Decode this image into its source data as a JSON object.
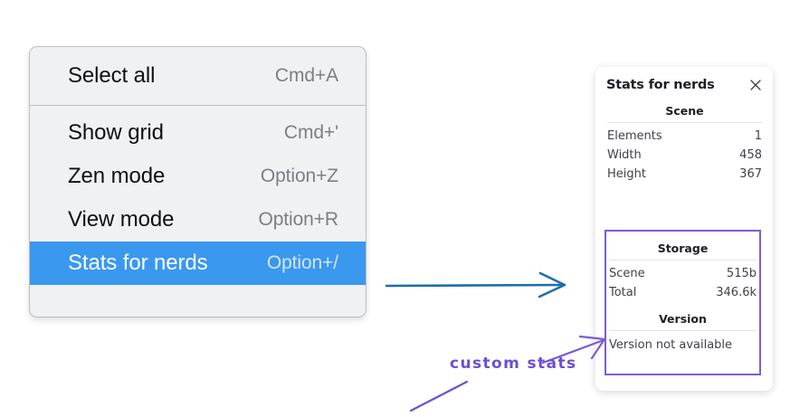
{
  "context_menu": {
    "groups": [
      {
        "items": [
          {
            "label": "Select all",
            "shortcut": "Cmd+A",
            "selected": false
          }
        ]
      },
      {
        "items": [
          {
            "label": "Show grid",
            "shortcut": "Cmd+'",
            "selected": false
          },
          {
            "label": "Zen mode",
            "shortcut": "Option+Z",
            "selected": false
          },
          {
            "label": "View mode",
            "shortcut": "Option+R",
            "selected": false
          },
          {
            "label": "Stats for nerds",
            "shortcut": "Option+/",
            "selected": true
          }
        ]
      }
    ],
    "selected_highlight_color": "#3a98ef"
  },
  "stats_panel": {
    "title": "Stats for nerds",
    "close_icon": "close-icon",
    "scene": {
      "heading": "Scene",
      "rows": [
        {
          "label": "Elements",
          "value": "1"
        },
        {
          "label": "Width",
          "value": "458"
        },
        {
          "label": "Height",
          "value": "367"
        }
      ]
    },
    "storage": {
      "heading": "Storage",
      "rows": [
        {
          "label": "Scene",
          "value": "515b"
        },
        {
          "label": "Total",
          "value": "346.6k"
        }
      ]
    },
    "version": {
      "heading": "Version",
      "text": "Version not available"
    }
  },
  "annotations": {
    "label": "custom stats",
    "label_color": "#6d4ed2",
    "highlight_box_color": "#7c5cd6",
    "arrow_color": "#1d6ea8"
  }
}
